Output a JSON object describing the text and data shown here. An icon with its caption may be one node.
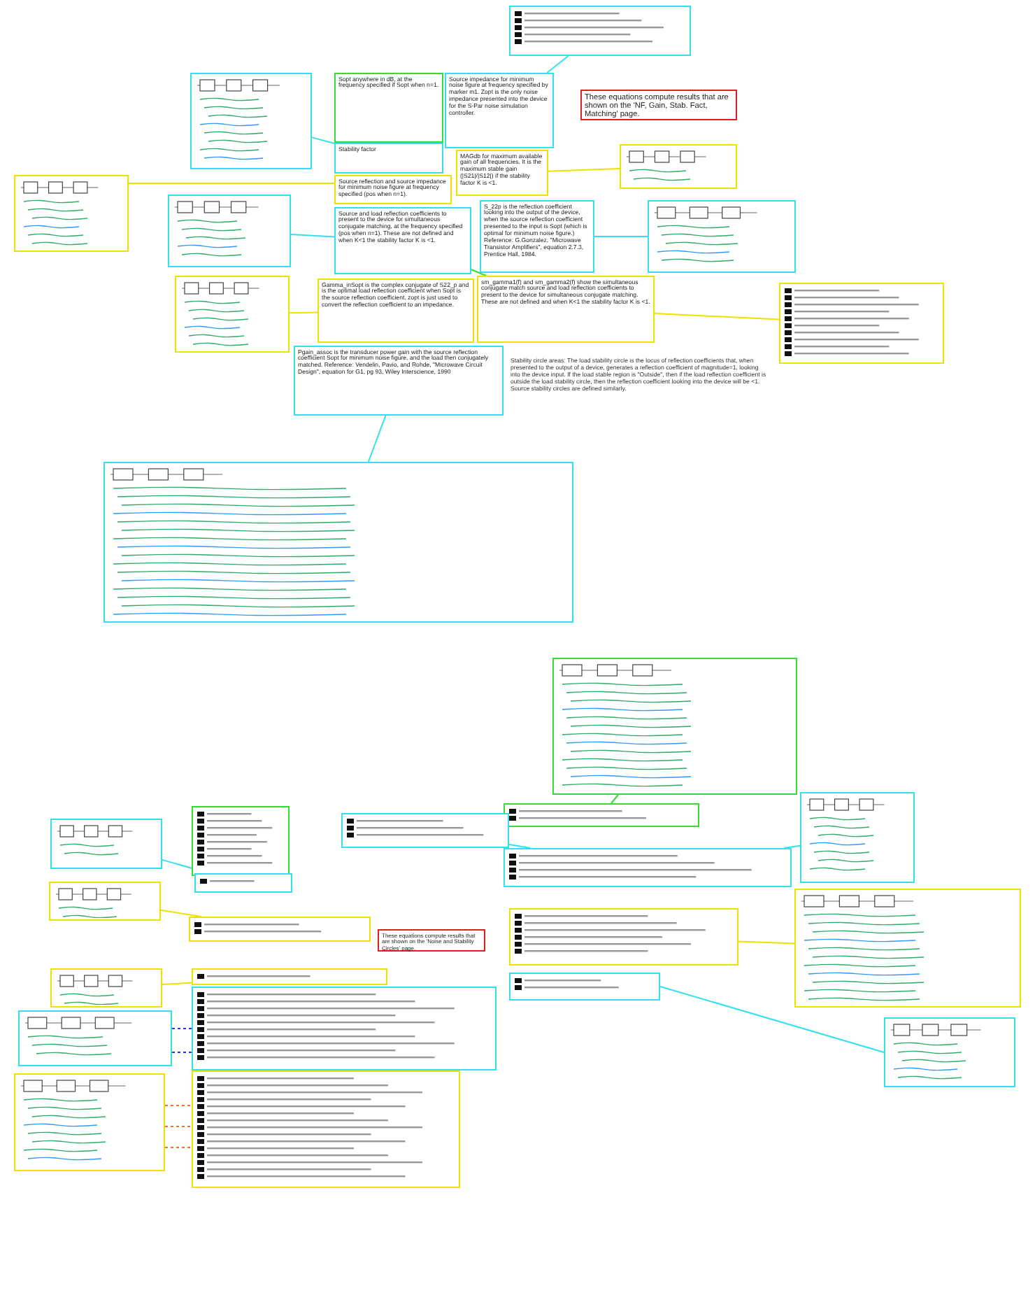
{
  "diagram": {
    "nodes": [
      {
        "text": [],
        "shape": "box"
      },
      {
        "text": [
          "These equations compute results that are shown on the 'NF, Gain, Stab. Fact, Matching' page."
        ]
      },
      {
        "text": [],
        "shape": "picture"
      },
      {
        "text": [
          "Sopt anywhere in dB, at the frequency specified if Sopt when n=1."
        ]
      },
      {
        "text": [
          "Source impedance for minimum noise figure at frequency specified by marker m1. Zopt is the only noise impedance presented into the device for the S-Par noise simulation controller."
        ]
      },
      {
        "text": [
          "Stability factor"
        ]
      },
      {
        "text": [],
        "shape": "picture"
      },
      {
        "text": [
          "Source reflection and source impedance for minimum noise figure at frequency specified (pos when n=1)."
        ]
      },
      {
        "text": [
          "MAGdb for maximum available gain of all frequencies. It is the maximum stable gain (|S21|/|S12|) if the stability factor K is <1."
        ]
      },
      {
        "text": [],
        "shape": "picture"
      },
      {
        "text": [],
        "shape": "picture"
      },
      {
        "text": [
          "Source and load reflection coefficients to present to the device for simultaneous conjugate matching, at the frequency specified (pos when n=1). These are not defined and when K<1 the stability factor K is <1."
        ]
      },
      {
        "text": [
          "S_22p is the reflection coefficient looking into the output of the device, when the source reflection coefficient presented to the input is Sopt (which is optimal for minimum noise figure.) Reference: G.Gonzalez, \"Microwave Transistor Amplifiers\", equation 2.7.3, Prentice Hall, 1984."
        ]
      },
      {
        "text": [],
        "shape": "picture"
      },
      {
        "text": [],
        "shape": "picture"
      },
      {
        "text": [
          "Gamma_inSopt is the complex conjugate of S22_p and is the optimal load reflection coefficient when Sopt is the source reflection coefficient. zopt is just used to convert the reflection coefficient to an impedance."
        ]
      },
      {
        "text": [
          "sm_gamma1(f) and sm_gamma2(f) show the simultaneous conjugate match source and load reflection coefficients to present to the device for simultaneous conjugate matching. These are not defined and when K<1 the stability factor K is <1."
        ]
      },
      {
        "text": [],
        "shape": "box"
      },
      {
        "text": [
          "Pgain_assoc is the transducer power gain with the source reflection coefficient Sopt for minimum noise figure, and the load then conjugately matched. Reference: Vendelin, Pavio, and Rohde, \"Microwave Circuit Design\", equation for G1, pg 93, Wiley Interscience, 1990"
        ]
      },
      {
        "text": [],
        "shape": "picture"
      },
      {
        "text": [],
        "shape": "picture"
      },
      {
        "text": [],
        "shape": "box"
      },
      {
        "text": [],
        "shape": "picture"
      },
      {
        "text": [],
        "shape": "box"
      },
      {
        "text": [],
        "shape": "box"
      },
      {
        "text": [],
        "shape": "picture"
      },
      {
        "text": [],
        "shape": "box"
      },
      {
        "text": [],
        "shape": "box"
      },
      {
        "text": [],
        "shape": "box"
      },
      {
        "text": [],
        "shape": "picture"
      },
      {
        "text": [
          "These equations compute results that are shown on the 'Noise and Stability Circles' page."
        ]
      },
      {
        "text": [],
        "shape": "box"
      },
      {
        "text": [],
        "shape": "picture"
      },
      {
        "text": [],
        "shape": "box"
      },
      {
        "text": [],
        "shape": "picture"
      },
      {
        "text": [],
        "shape": "picture"
      },
      {
        "text": [],
        "shape": "box"
      },
      {
        "text": [],
        "shape": "box"
      },
      {
        "text": [],
        "shape": "picture"
      },
      {
        "text": [],
        "shape": "picture"
      },
      {
        "text": [],
        "shape": "box"
      }
    ],
    "edges": [
      {
        "from": 4,
        "to": 0,
        "arrow": "none",
        "color": "#33e0f0"
      },
      {
        "from": 2,
        "to": 5,
        "arrow": "none",
        "color": "#33e0f0"
      },
      {
        "from": 6,
        "to": 7,
        "arrow": "none",
        "color": "#f0e000"
      },
      {
        "from": 8,
        "to": 9,
        "arrow": "none",
        "color": "#f0e000"
      },
      {
        "from": 10,
        "to": 11,
        "arrow": "none",
        "color": "#33e0f0"
      },
      {
        "from": 12,
        "to": 13,
        "arrow": "none",
        "color": "#33e0f0"
      },
      {
        "from": 11,
        "to": 16,
        "arrow": "none",
        "color": "#33dd33"
      },
      {
        "from": 14,
        "to": 15,
        "arrow": "none",
        "color": "#f0e000"
      },
      {
        "from": 16,
        "to": 17,
        "arrow": "none",
        "color": "#f0e000"
      },
      {
        "from": 18,
        "to": 19,
        "arrow": "none",
        "color": "#33e0f0"
      },
      {
        "from": 20,
        "to": 21,
        "arrow": "none",
        "color": "#33dd33"
      },
      {
        "from": 22,
        "to": 24,
        "arrow": "none",
        "color": "#33e0f0"
      },
      {
        "from": 25,
        "to": 26,
        "arrow": "none",
        "color": "#f0e000"
      },
      {
        "from": 27,
        "to": 28,
        "arrow": "none",
        "color": "#33e0f0"
      },
      {
        "from": 28,
        "to": 29,
        "arrow": "none",
        "color": "#33e0f0"
      },
      {
        "from": 31,
        "to": 32,
        "arrow": "none",
        "color": "#f0e000"
      },
      {
        "from": 33,
        "to": 34,
        "arrow": "none",
        "color": "#33e0f0"
      },
      {
        "from": 35,
        "to": 36,
        "arrow": "none",
        "color": "#f0e000"
      },
      {
        "from": 38,
        "to": 37,
        "arrow": "none",
        "style": "dashed",
        "color": "#2233ee"
      },
      {
        "from": 38,
        "to": 37,
        "arrow": "none",
        "style": "dashed",
        "color": "#2233ee"
      },
      {
        "from": 39,
        "to": 40,
        "arrow": "none",
        "style": "dashed",
        "color": "#f07030"
      },
      {
        "from": 39,
        "to": 40,
        "arrow": "none",
        "style": "dashed",
        "color": "#f07030"
      },
      {
        "from": 39,
        "to": 40,
        "arrow": "none",
        "style": "dashed",
        "color": "#f07030"
      }
    ],
    "labels": [
      "Stability circle areas: The load stability circle is the locus of reflection coefficients that, when presented to the output of a device, generates a reflection coefficient of magnitude=1, looking into the device input. If the load stable region is \"Outside\", then if the load reflection coefficient is outside the load stability circle, then the reflection coefficient looking into the device will be <1. Source stability circles are defined similarly."
    ]
  }
}
